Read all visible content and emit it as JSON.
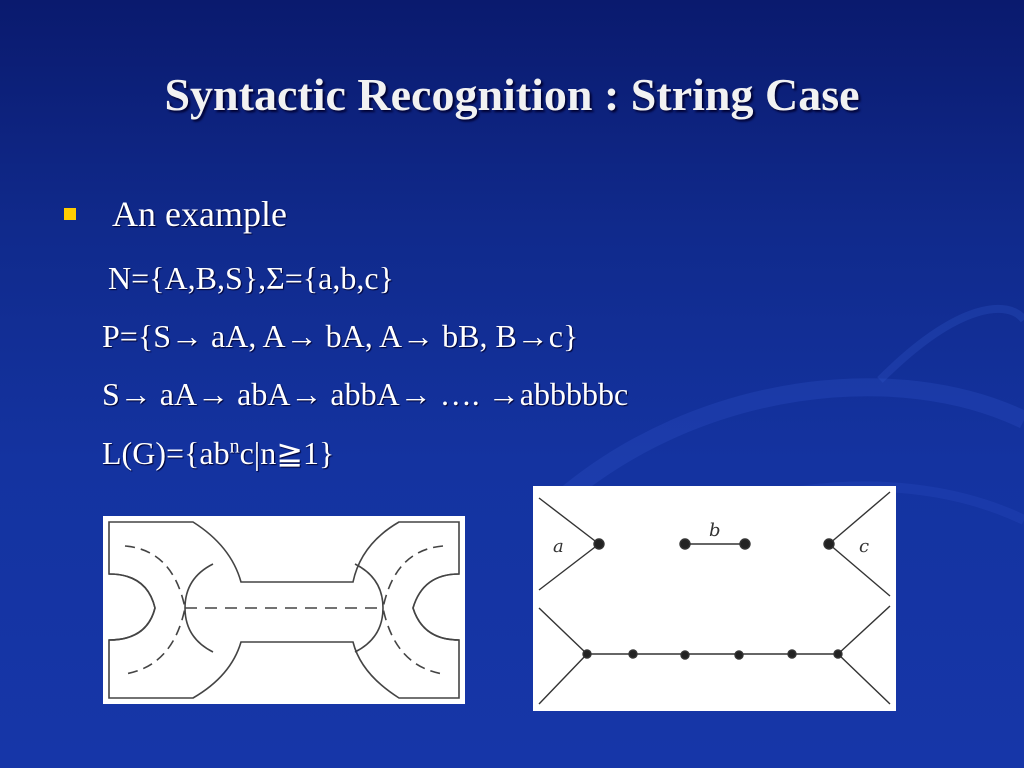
{
  "slide": {
    "title": "Syntactic Recognition : String Case",
    "bullet": "An example",
    "lines": {
      "nonterminals": "N={A,B,S},Σ={a,b,c}",
      "productions": "P={S→ aA, A→ bA, A→ bB, B→c}",
      "derivation": "S→ aA→ abA→ abbA→ …. →abbbbbc",
      "language_pre": "L(G)={ab",
      "language_sup": "n",
      "language_post": "c|n≧1}"
    }
  },
  "figures": {
    "primitives": {
      "label_a": "a",
      "label_b": "b",
      "label_c": "c"
    }
  },
  "colors": {
    "bullet": "#ffcc00",
    "background_top": "#0a1a6e",
    "background_bottom": "#1636a8"
  }
}
